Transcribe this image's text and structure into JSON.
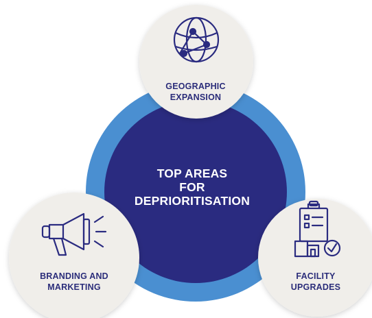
{
  "center": {
    "title_lines": [
      "TOP AREAS",
      "FOR",
      "DEPRIORITISATION"
    ]
  },
  "nodes": {
    "geographic": {
      "label_lines": [
        "GEOGRAPHIC",
        "EXPANSION"
      ],
      "icon": "globe-network-icon"
    },
    "branding": {
      "label_lines": [
        "BRANDING AND",
        "MARKETING"
      ],
      "icon": "megaphone-icon"
    },
    "facility": {
      "label_lines": [
        "FACILITY",
        "UPGRADES"
      ],
      "icon": "clipboard-building-check-icon"
    }
  },
  "colors": {
    "outer_ring": "#4a8fd1",
    "center_fill": "#2a2b80",
    "node_fill": "#f0eeea",
    "text_dark": "#2b2d7a",
    "icon_stroke": "#2a2b80"
  }
}
